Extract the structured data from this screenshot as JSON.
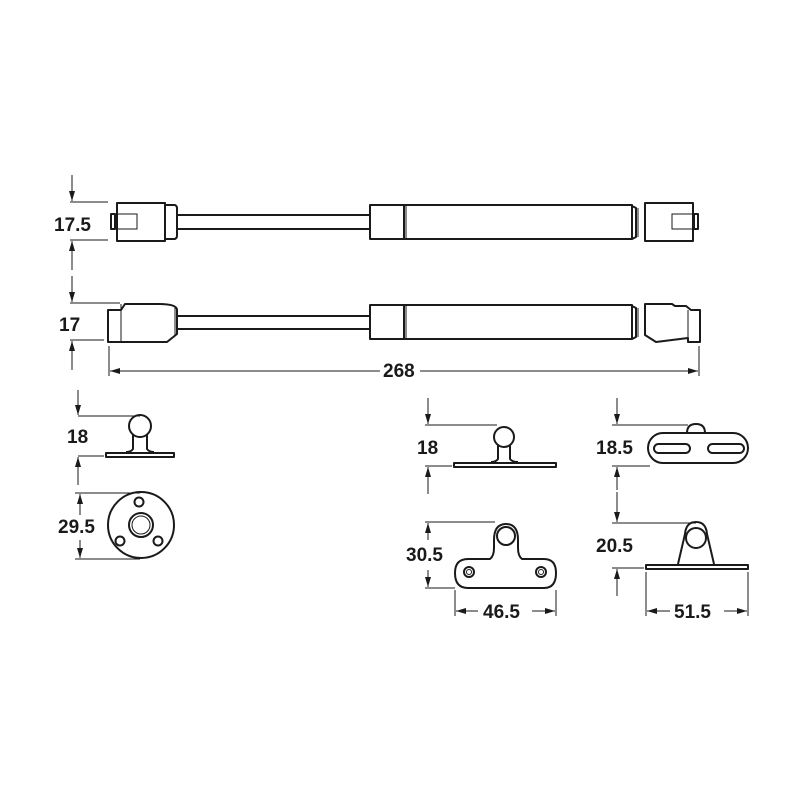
{
  "drawing": {
    "title": "Gas strut with mounting brackets - dimensional drawing",
    "line_color": "#1a1a1a",
    "background": "#ffffff",
    "units": "mm"
  },
  "dimensions": {
    "strut_a_height": "17.5",
    "strut_b_height": "17",
    "strut_length": "268",
    "ball_stud_round_height": "18",
    "round_base_diameter": "29.5",
    "ball_stud_flat_height": "18",
    "flat_bracket_height": "30.5",
    "flat_bracket_width": "46.5",
    "slotted_plate_height": "18.5",
    "eye_bracket_height": "20.5",
    "eye_bracket_width": "51.5"
  },
  "components": [
    {
      "name": "gas strut (eye ends)",
      "dims": [
        "17.5",
        "268"
      ]
    },
    {
      "name": "gas strut (clip ends)",
      "dims": [
        "17",
        "268"
      ]
    },
    {
      "name": "ball stud with round base",
      "dims": [
        "18",
        "29.5"
      ]
    },
    {
      "name": "ball stud with flat base",
      "dims": [
        "18",
        "30.5",
        "46.5"
      ]
    },
    {
      "name": "eye bracket with slotted plate",
      "dims": [
        "18.5",
        "20.5",
        "51.5"
      ]
    }
  ]
}
